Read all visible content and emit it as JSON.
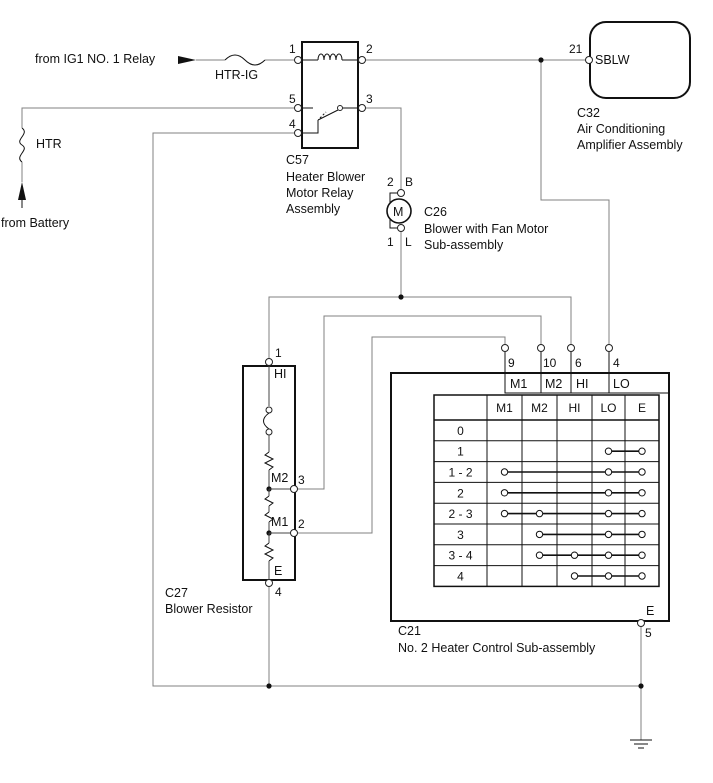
{
  "labels": {
    "from_relay": "from IG1 NO. 1 Relay",
    "fuse_htr_ig": "HTR-IG",
    "fuse_htr": "HTR",
    "from_battery": "from Battery",
    "c57": [
      "C57",
      "Heater Blower",
      "Motor Relay",
      "Assembly"
    ],
    "c32": [
      "C32",
      "Air Conditioning",
      "Amplifier Assembly"
    ],
    "sblw": "SBLW",
    "c26": [
      "C26",
      "Blower with Fan Motor",
      "Sub-assembly"
    ],
    "motor": "M",
    "c27": [
      "C27",
      "Blower Resistor"
    ],
    "c21": [
      "C21",
      "No. 2 Heater Control Sub-assembly"
    ]
  },
  "pins": {
    "relay_1": "1",
    "relay_2": "2",
    "relay_3": "3",
    "relay_4": "4",
    "relay_5": "5",
    "amp_21": "21",
    "motor_2": "2",
    "motor_b": "B",
    "motor_1": "1",
    "motor_l": "L",
    "res_1": "1",
    "res_3": "3",
    "res_2": "2",
    "res_4": "4",
    "res_hi": "HI",
    "res_m2": "M2",
    "res_m1": "M1",
    "res_e": "E",
    "ctl_9": "9",
    "ctl_10": "10",
    "ctl_6": "6",
    "ctl_4": "4",
    "ctl_5": "5",
    "ctl_m1": "M1",
    "ctl_m2": "M2",
    "ctl_hi": "HI",
    "ctl_lo": "LO",
    "ctl_e": "E"
  },
  "switch_table": {
    "columns": [
      "M1",
      "M2",
      "HI",
      "LO",
      "E"
    ],
    "rows": [
      {
        "label": "0",
        "connects": []
      },
      {
        "label": "1",
        "connects": [
          "LO",
          "E"
        ]
      },
      {
        "label": "1 - 2",
        "connects": [
          "M1",
          "LO",
          "E"
        ]
      },
      {
        "label": "2",
        "connects": [
          "M1",
          "LO",
          "E"
        ]
      },
      {
        "label": "2 - 3",
        "connects": [
          "M1",
          "M2",
          "LO",
          "E"
        ]
      },
      {
        "label": "3",
        "connects": [
          "M2",
          "LO",
          "E"
        ]
      },
      {
        "label": "3 - 4",
        "connects": [
          "M2",
          "HI",
          "LO",
          "E"
        ]
      },
      {
        "label": "4",
        "connects": [
          "HI",
          "LO",
          "E"
        ]
      }
    ]
  },
  "colors": {
    "wire": "#808080",
    "ink": "#111111"
  }
}
